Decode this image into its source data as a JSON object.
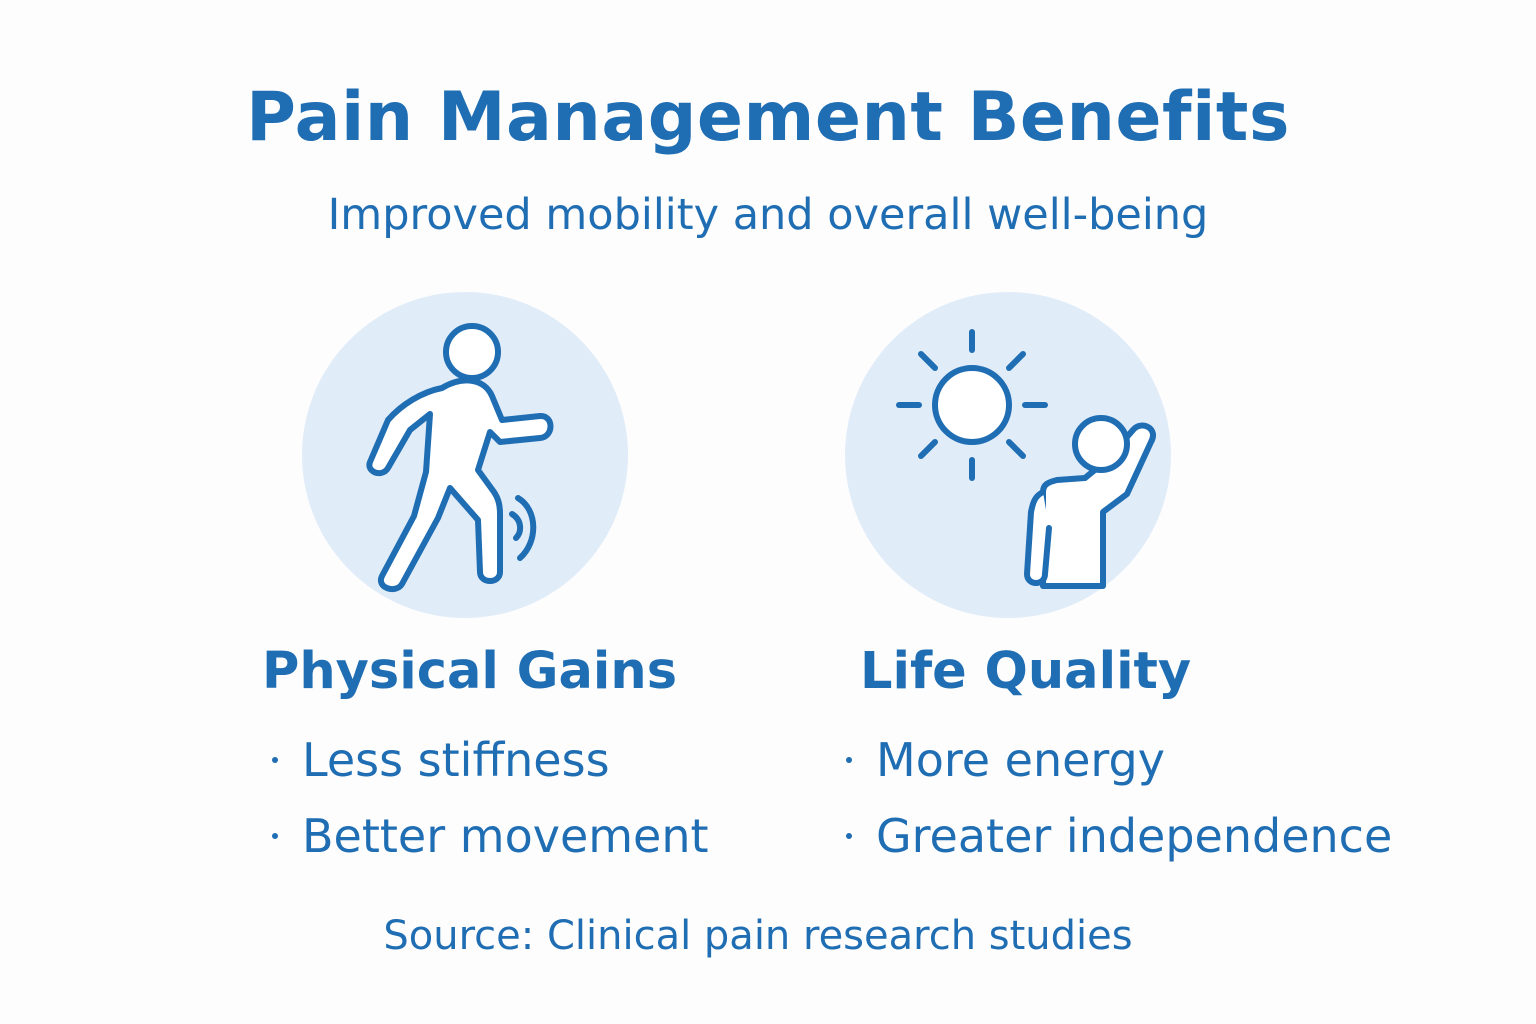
{
  "header": {
    "title": "Pain Management Benefits",
    "subtitle": "Improved mobility and overall well-being"
  },
  "colors": {
    "accent": "#1f6db3",
    "circle_fill": "#e1ecf9",
    "background": "#fdfdfd"
  },
  "columns": [
    {
      "icon": "walking-person-icon",
      "heading": "Physical Gains",
      "items": [
        "Less stiffness",
        "Better movement"
      ]
    },
    {
      "icon": "sun-and-waving-person-icon",
      "heading": "Life Quality",
      "items": [
        "More energy",
        "Greater independence"
      ]
    }
  ],
  "footer": {
    "source": "Source: Clinical pain research studies"
  }
}
